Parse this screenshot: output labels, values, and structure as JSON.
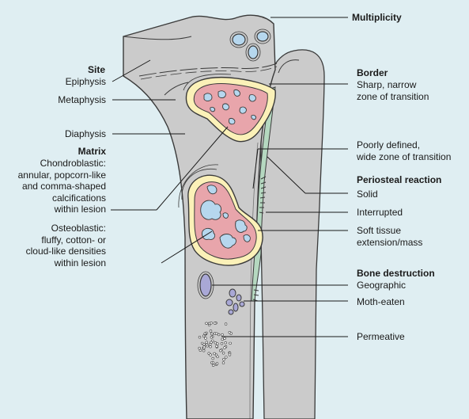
{
  "colors": {
    "background": "#dfeef2",
    "bone": "#cbcbcb",
    "bone_outline": "#3a3a3a",
    "lesion_red": "#e8a5ab",
    "lesion_halo": "#fbf1b8",
    "matrix_blue": "#b6d7ee",
    "periosteum_green": "#b5d8c0",
    "geographic_purple": "#a9a8d6"
  },
  "labels": {
    "site": "Site",
    "epiphysis": "Epiphysis",
    "metaphysis": "Metaphysis",
    "diaphysis": "Diaphysis",
    "matrix": "Matrix",
    "chondroblastic": "Chondroblastic:\nannular, popcorn-like\nand comma-shaped\ncalcifications\nwithin lesion",
    "osteoblastic": "Osteoblastic:\nfluffy, cotton- or\ncloud-like densities\nwithin lesion",
    "multiplicity": "Multiplicity",
    "border": "Border",
    "sharp": "Sharp, narrow\nzone of transition",
    "poorly": "Poorly defined,\nwide zone of transition",
    "periosteal": "Periosteal reaction",
    "solid": "Solid",
    "interrupted": "Interrupted",
    "soft_tissue": "Soft tissue\nextension/mass",
    "bone_destruction": "Bone destruction",
    "geographic": "Geographic",
    "moth_eaten": "Moth-eaten",
    "permeative": "Permeative"
  }
}
